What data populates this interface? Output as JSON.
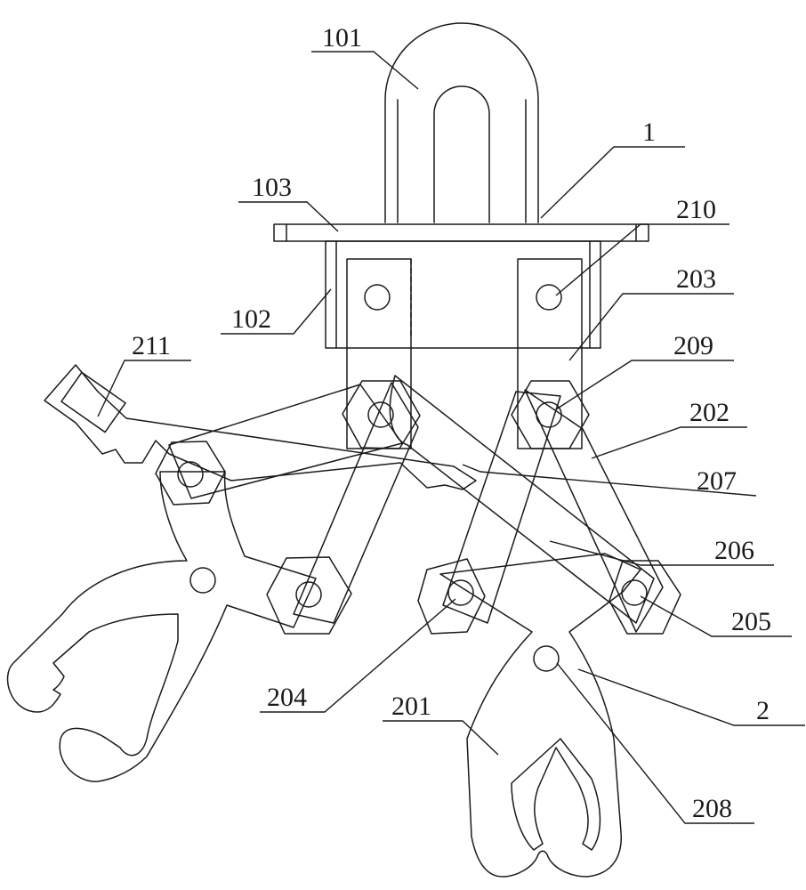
{
  "labels": {
    "l101": "101",
    "l1": "1",
    "l103": "103",
    "l210": "210",
    "l203": "203",
    "l102": "102",
    "l211": "211",
    "l209": "209",
    "l202": "202",
    "l207": "207",
    "l206": "206",
    "l205": "205",
    "l204": "204",
    "l201": "201",
    "l2": "2",
    "l208": "208"
  }
}
